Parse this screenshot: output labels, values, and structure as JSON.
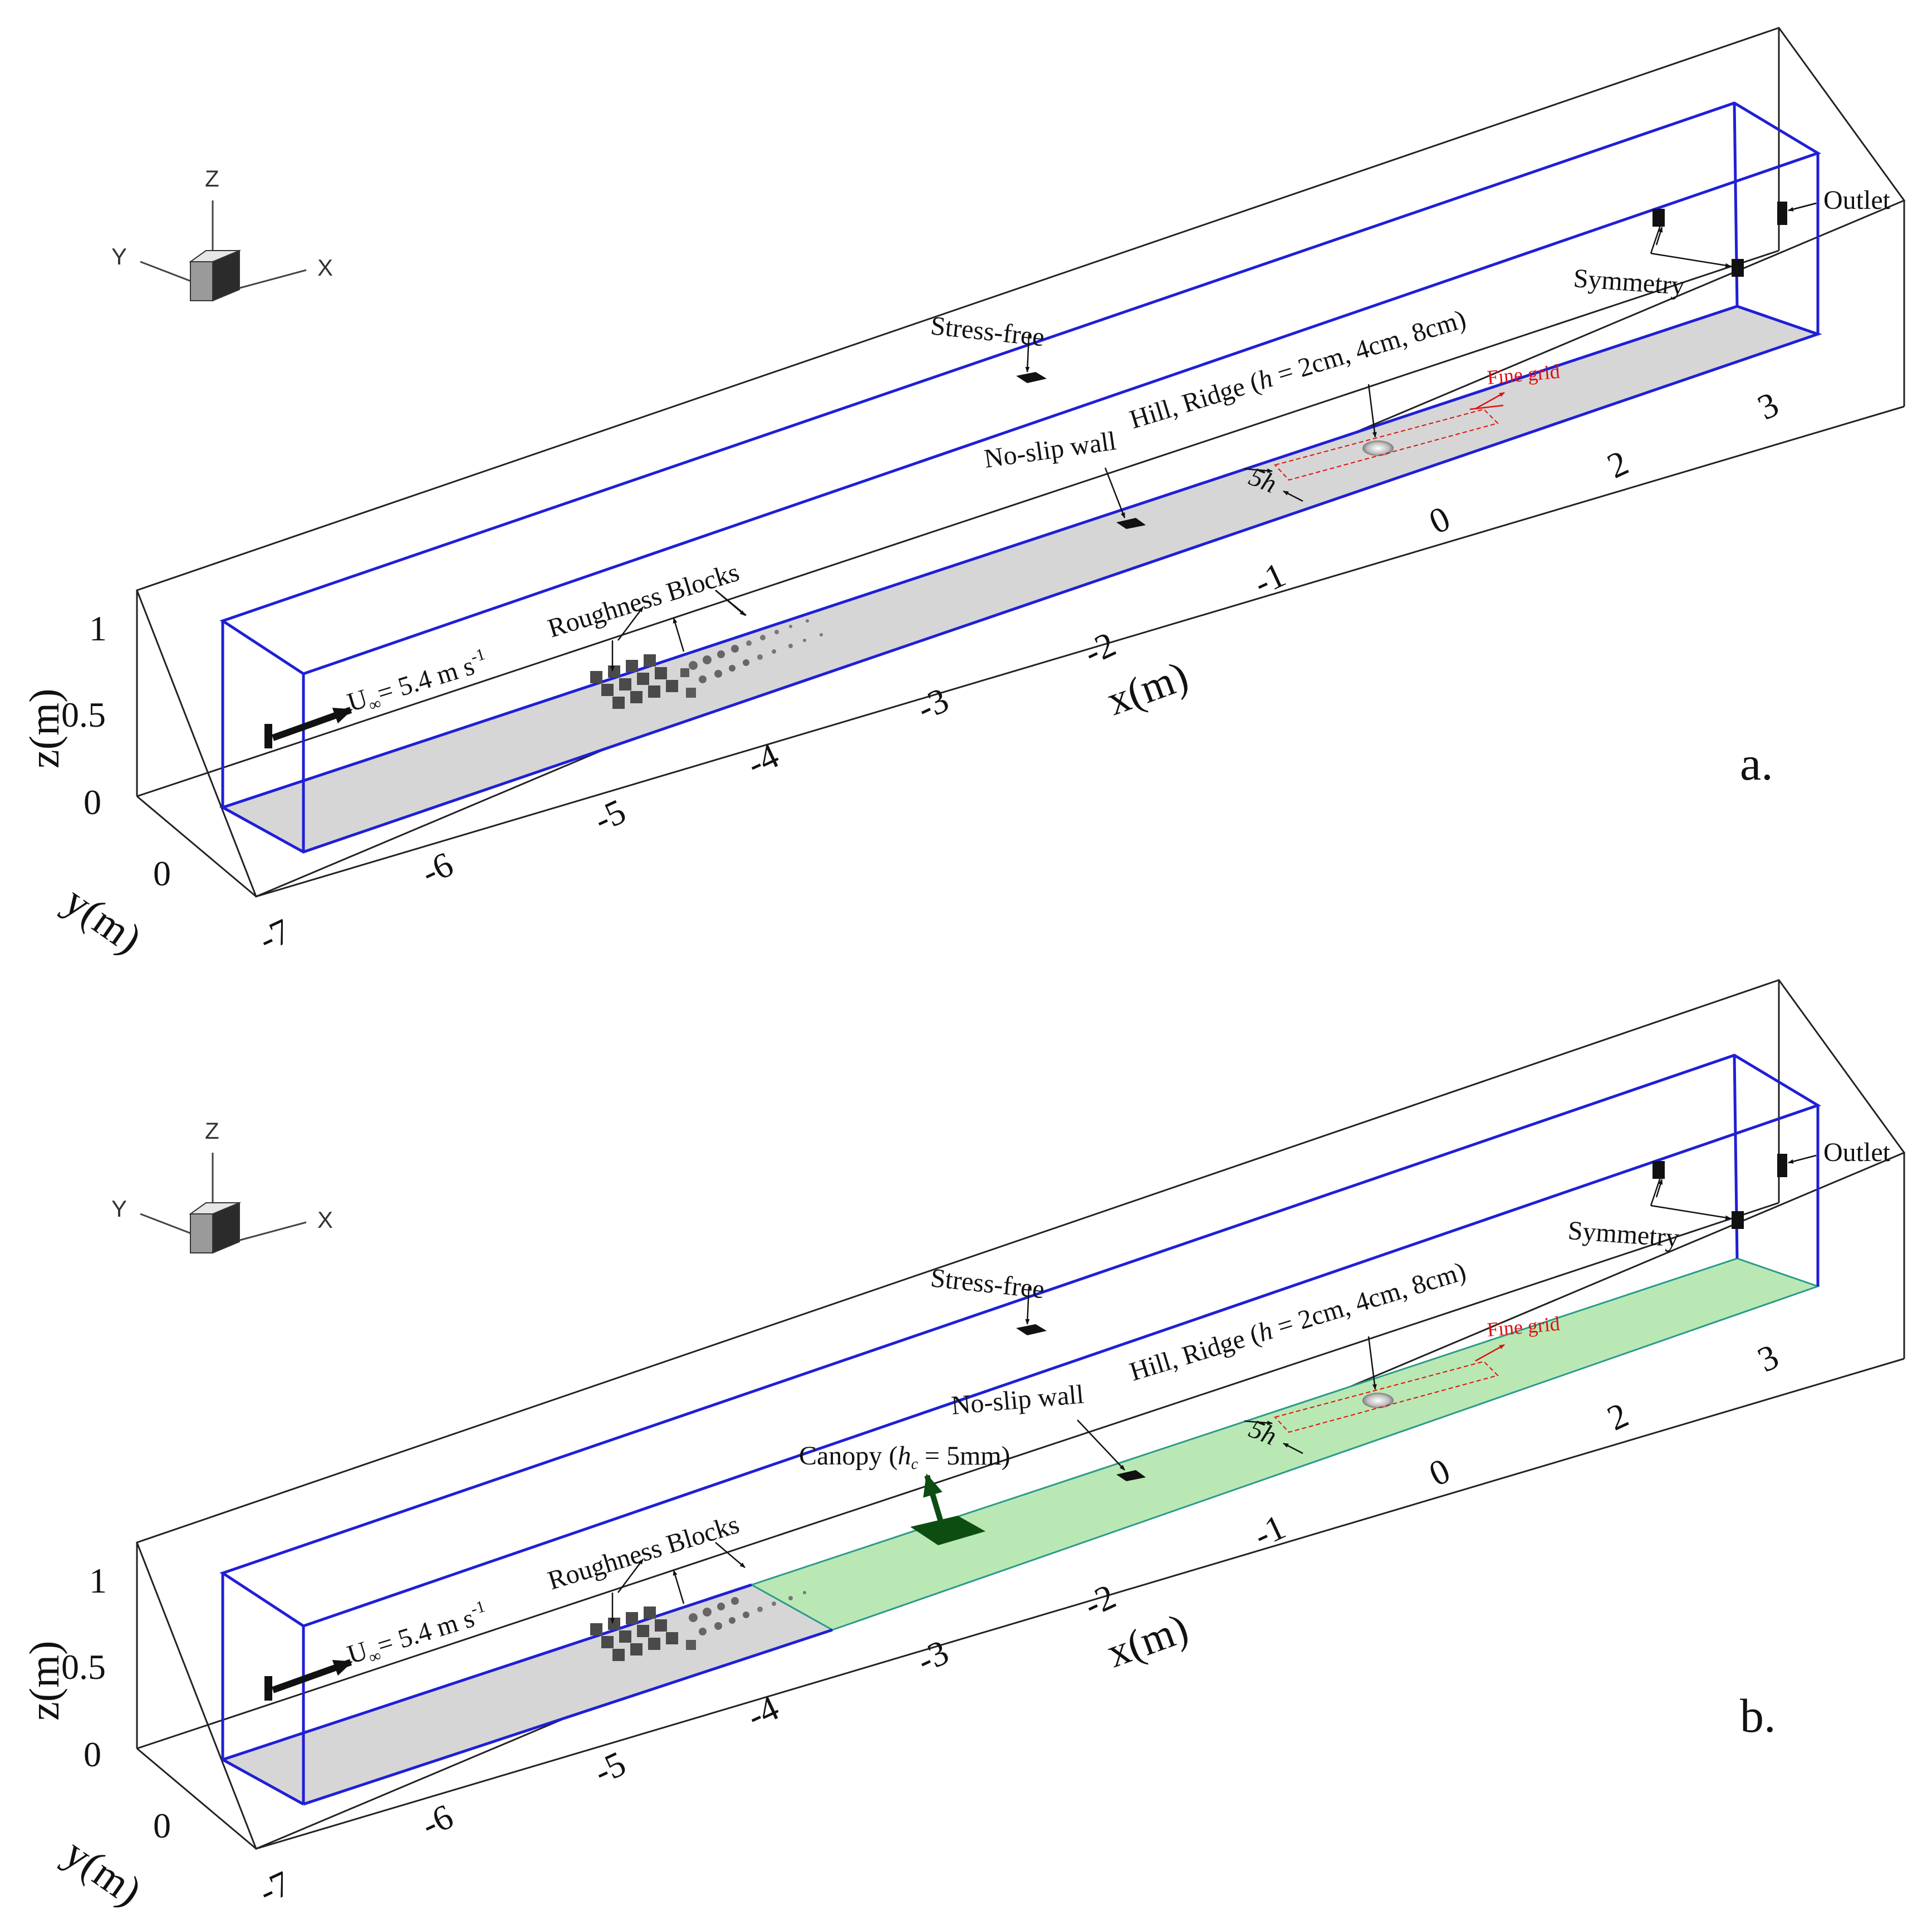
{
  "figure": {
    "triad_axes": [
      "Z",
      "Y",
      "X"
    ],
    "panels": [
      {
        "id": "a",
        "panel_label": "a.",
        "labels": {
          "outlet": "Outlet",
          "symmetry": "Symmetry",
          "stress_free": "Stress-free",
          "hill_ridge_prefix": "Hill, Ridge (",
          "hill_ridge_h": "h",
          "hill_ridge_suffix": " = 2cm, 4cm, 8cm)",
          "fine_grid": "Fine grid",
          "no_slip": "No-slip wall",
          "five_h": "5h",
          "roughness": "Roughness Blocks",
          "inflow_u": "U",
          "inflow_sub": "∞",
          "inflow_val": "= 5.4 m s",
          "inflow_exp": "-1"
        },
        "axis": {
          "x_label": "x(m)",
          "z_label": "z(m)",
          "y_label": "y(m)",
          "x_ticks": [
            "-7",
            "-6",
            "-5",
            "-4",
            "-3",
            "-2",
            "-1",
            "0",
            "2",
            "3"
          ],
          "z_ticks": [
            "0",
            "0.5",
            "1"
          ],
          "y_ticks": [
            "0"
          ]
        }
      },
      {
        "id": "b",
        "panel_label": "b.",
        "labels": {
          "outlet": "Outlet",
          "symmetry": "Symmetry",
          "stress_free": "Stress-free",
          "hill_ridge_prefix": "Hill, Ridge (",
          "hill_ridge_h": "h",
          "hill_ridge_suffix": " = 2cm, 4cm, 8cm)",
          "fine_grid": "Fine grid",
          "no_slip": "No-slip wall",
          "five_h": "5h",
          "canopy_prefix": "Canopy (",
          "canopy_h": "h",
          "canopy_sub": "c",
          "canopy_suffix": " = 5mm)",
          "roughness": "Roughness Blocks",
          "inflow_u": "U",
          "inflow_sub": "∞",
          "inflow_val": "= 5.4 m s",
          "inflow_exp": "-1"
        },
        "axis": {
          "x_label": "x(m)",
          "z_label": "z(m)",
          "y_label": "y(m)",
          "x_ticks": [
            "-7",
            "-6",
            "-5",
            "-4",
            "-3",
            "-2",
            "-1",
            "0",
            "2",
            "3"
          ],
          "z_ticks": [
            "0",
            "0.5",
            "1"
          ],
          "y_ticks": [
            "0"
          ]
        }
      }
    ],
    "colors": {
      "domain_outline": "#1f1fd6",
      "floor_grey": "#d6d6d6",
      "canopy_green": "#b9e8b4",
      "canopy_block": "#0d4d12",
      "fine_grid_red": "#e01010",
      "outer_box": "#222222"
    }
  }
}
